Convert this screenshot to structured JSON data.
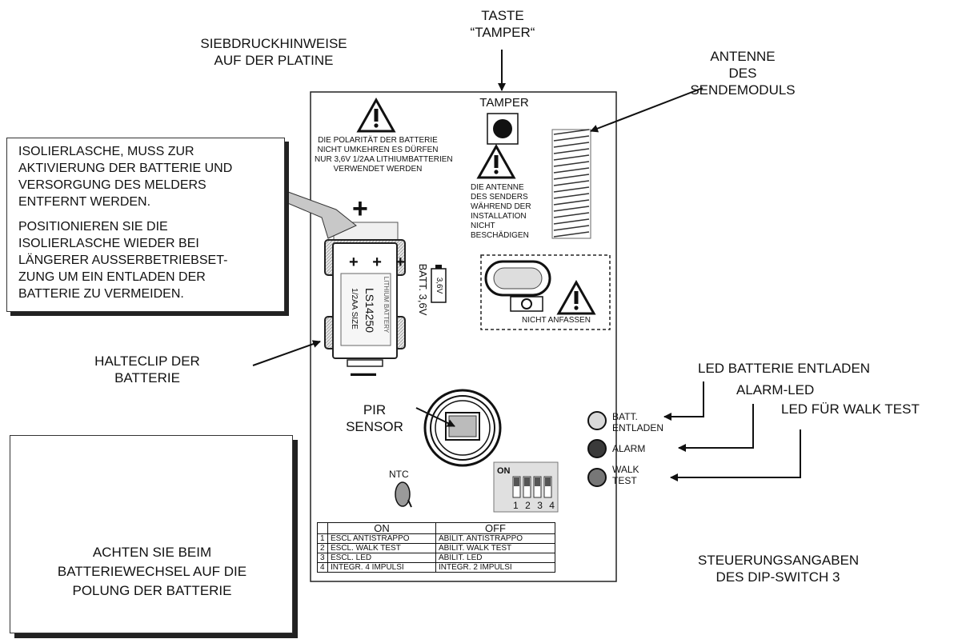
{
  "callouts": {
    "tamper_key": [
      "TASTE",
      "“TAMPER“"
    ],
    "silkscreen": [
      "SIEBDRUCKHINWEISE",
      "AUF DER PLATINE"
    ],
    "antenna": [
      "ANTENNE",
      "DES",
      "SENDEMODULS"
    ],
    "battery_clip": [
      "HALTECLIP DER",
      "BATTERIE"
    ],
    "pir": [
      "PIR",
      "SENSOR"
    ],
    "led_batt": "LED BATTERIE ENTLADEN",
    "led_alarm": "ALARM-LED",
    "led_walk": "LED FÜR WALK TEST",
    "dip_info": [
      "STEUERUNGSANGABEN",
      "DES DIP-SWITCH 3"
    ]
  },
  "note": {
    "lines_1": [
      "ISOLIERLASCHE, MUSS ZUR",
      "AKTIVIERUNG DER BATTERIE UND",
      "VERSORGUNG DES MELDERS",
      "ENTFERNT WERDEN."
    ],
    "lines_2": [
      "POSITIONIEREN SIE DIE",
      "ISOLIERLASCHE WIEDER BEI",
      "LÄNGERER AUSSERBETRIEBSET-",
      "ZUNG UM EIN ENTLADEN DER",
      "BATTERIE ZU VERMEIDEN."
    ]
  },
  "warning_box": {
    "lines": [
      "ACHTEN SIE BEIM",
      "BATTERIEWECHSEL AUF DIE",
      "POLUNG DER BATTERIE"
    ]
  },
  "board": {
    "battery_warning": [
      "DIE POLARITÄT DER BATTERIE",
      "NICHT UMKEHREN ES DÜRFEN",
      "NUR 3,6V 1/2AA LITHIUMBATTERIEN",
      "VERWENDET WERDEN"
    ],
    "tamper": "TAMPER",
    "antenna_warning": [
      "DIE ANTENNE",
      "DES SENDERS",
      "WÄHREND DER",
      "INSTALLATION",
      "NICHT",
      "BESCHÄDIGEN"
    ],
    "do_not_touch": "NICHT ANFASSEN",
    "plus": "+",
    "minus": "—",
    "battery_text": [
      "LS14250",
      "1/2AA SIZE",
      "LITHIUM BATTERY"
    ],
    "batt_label": "BATT. 3,6V",
    "batt_small": "3,6V",
    "ntc": "NTC",
    "led_batt": [
      "BATT.",
      "ENTLADEN"
    ],
    "led_alarm": "ALARM",
    "led_walk": [
      "WALK",
      "TEST"
    ],
    "dip_on": "ON",
    "dip_numbers": [
      "1",
      "2",
      "3",
      "4"
    ]
  },
  "dip_table": {
    "headers": [
      "ON",
      "OFF"
    ],
    "rows": [
      {
        "n": "1",
        "on": "ESCL ANTISTRAPPO",
        "off": "ABILIT. ANTISTRAPPO"
      },
      {
        "n": "2",
        "on": "ESCL. WALK TEST",
        "off": "ABILIT. WALK TEST"
      },
      {
        "n": "3",
        "on": "ESCL. LED",
        "off": "ABILIT.  LED"
      },
      {
        "n": "4",
        "on": "INTEGR. 4 IMPULSI",
        "off": "INTEGR. 2 IMPULSI"
      }
    ]
  },
  "colors": {
    "led_batt": "#d9d9d9",
    "led_alarm": "#3a3a3a",
    "led_walk": "#777777",
    "line": "#111111"
  }
}
